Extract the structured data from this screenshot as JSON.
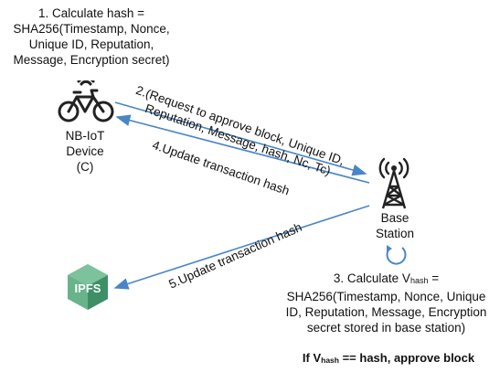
{
  "step1": {
    "lines": [
      "1. Calculate hash =",
      "SHA256(Timestamp, Nonce,",
      "Unique ID, Reputation,",
      "Message, Encryption secret)"
    ]
  },
  "device": {
    "lines": [
      "NB-IoT",
      "Device",
      "(C)"
    ],
    "icon": "bicycle-icon"
  },
  "base_station": {
    "lines": [
      "Base",
      "Station"
    ],
    "icon": "cell-tower-icon",
    "loop_icon": "refresh-loop-icon"
  },
  "ipfs": {
    "label": "IPFS",
    "icon": "ipfs-cube-icon"
  },
  "messages": {
    "msg2_line1": "2.(Request to approve block, Unique ID,",
    "msg2_line2": "Reputation, Message, hash, Nc, Tc)",
    "msg4": "4.Update transaction hash",
    "msg5": "5.Update transaction hash"
  },
  "step3": {
    "prefix": "3. Calculate ",
    "var_main": "V",
    "var_sub": "hash",
    "suffix": " =",
    "lines": [
      "SHA256(Timestamp, Nonce, Unique",
      "ID, Reputation, Message, Encryption",
      "secret stored in base station)"
    ]
  },
  "rule": {
    "prefix": "If V",
    "var_sub": "hash",
    "suffix": " == hash, approve block"
  },
  "colors": {
    "arrow": "#4a86c5",
    "ipfs_green": "#69b38a",
    "ipfs_dark": "#3f8f66"
  }
}
